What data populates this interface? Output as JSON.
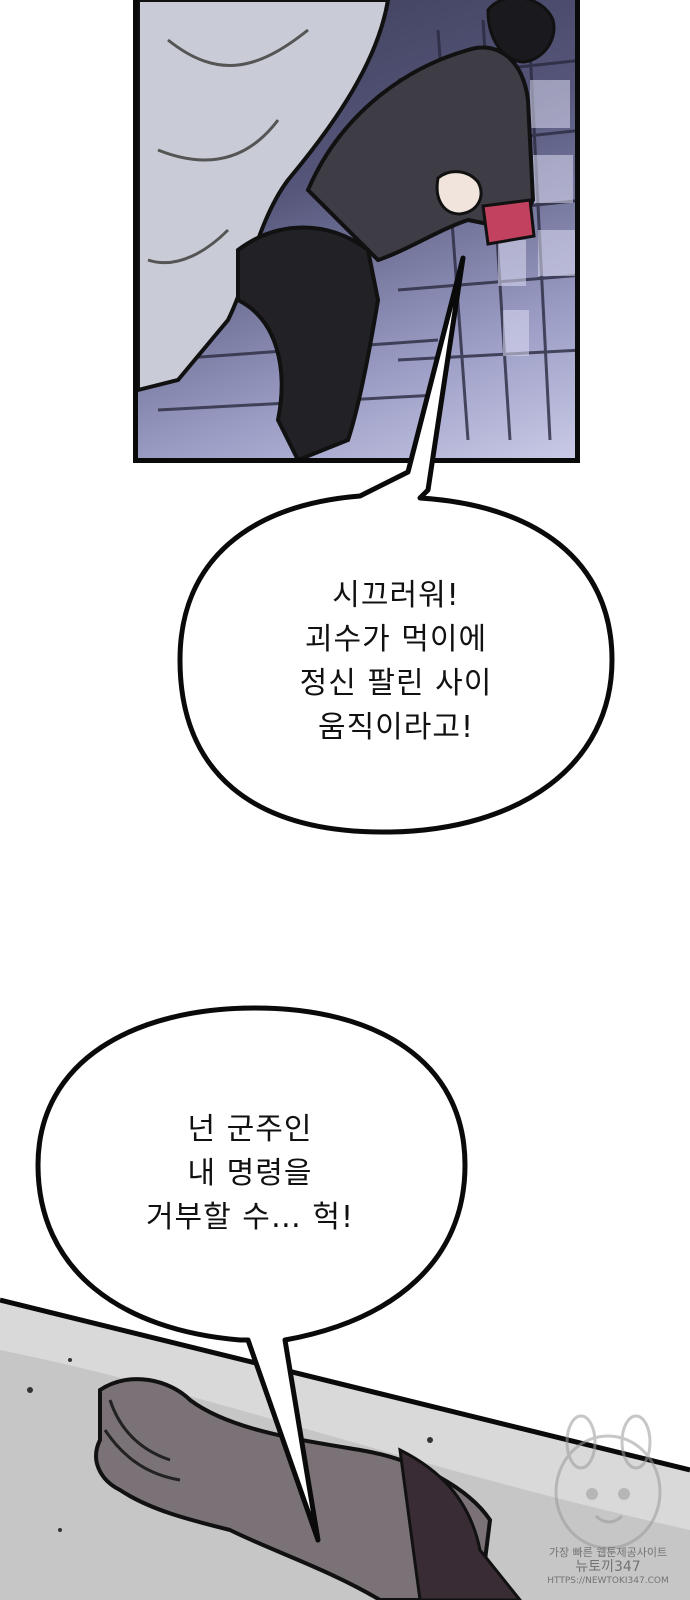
{
  "bubble_1": {
    "lines": [
      "시끄러워!",
      "괴수가 먹이에",
      "정신 팔린 사이",
      "움직이라고!"
    ]
  },
  "bubble_2": {
    "lines": [
      "넌 군주인",
      "내 명령을",
      "거부할 수… 헉!"
    ]
  },
  "watermark": {
    "line_1": "가장 빠른 웹툰제공사이트",
    "line_2": "뉴토끼347",
    "line_3": "HTTPS://NEWTOKI347.COM"
  },
  "colors": {
    "panel_night": "#55567a",
    "sleeve_accent": "#c2415e",
    "ink": "#0a0a0a",
    "bubble_fill": "#ffffff"
  }
}
